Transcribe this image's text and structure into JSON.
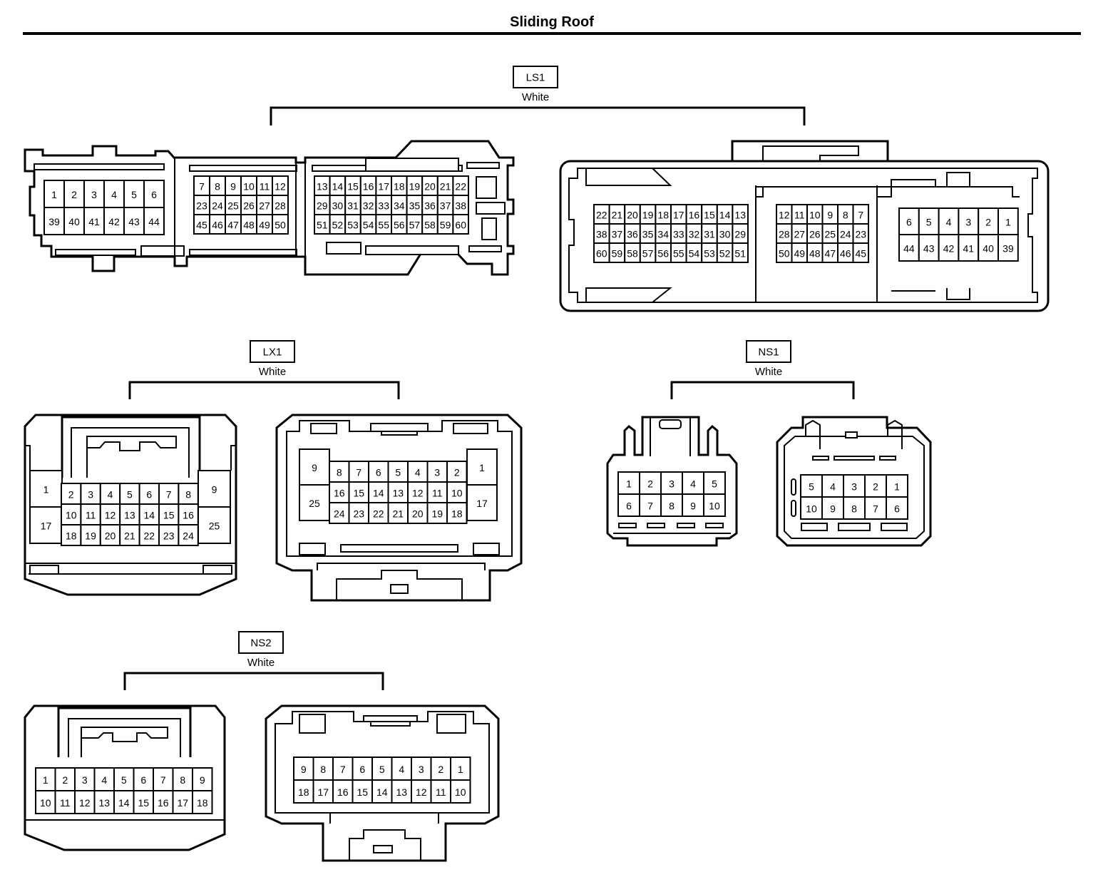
{
  "title": "Sliding Roof",
  "connectors": [
    {
      "id": "ls1",
      "label": "LS1",
      "color": "White",
      "sides": [
        {
          "blocks": [
            [
              [
                "1",
                "2",
                "3",
                "4",
                "5",
                "6"
              ],
              [
                "39",
                "40",
                "41",
                "42",
                "43",
                "44"
              ]
            ],
            [
              [
                "7",
                "8",
                "9",
                "10",
                "11",
                "12"
              ],
              [
                "23",
                "24",
                "25",
                "26",
                "27",
                "28"
              ],
              [
                "45",
                "46",
                "47",
                "48",
                "49",
                "50"
              ]
            ],
            [
              [
                "13",
                "14",
                "15",
                "16",
                "17",
                "18",
                "19",
                "20",
                "21",
                "22"
              ],
              [
                "29",
                "30",
                "31",
                "32",
                "33",
                "34",
                "35",
                "36",
                "37",
                "38"
              ],
              [
                "51",
                "52",
                "53",
                "54",
                "55",
                "56",
                "57",
                "58",
                "59",
                "60"
              ]
            ]
          ]
        },
        {
          "blocks": [
            [
              [
                "22",
                "21",
                "20",
                "19",
                "18",
                "17",
                "16",
                "15",
                "14",
                "13"
              ],
              [
                "38",
                "37",
                "36",
                "35",
                "34",
                "33",
                "32",
                "31",
                "30",
                "29"
              ],
              [
                "60",
                "59",
                "58",
                "57",
                "56",
                "55",
                "54",
                "53",
                "52",
                "51"
              ]
            ],
            [
              [
                "12",
                "11",
                "10",
                "9",
                "8",
                "7"
              ],
              [
                "28",
                "27",
                "26",
                "25",
                "24",
                "23"
              ],
              [
                "50",
                "49",
                "48",
                "47",
                "46",
                "45"
              ]
            ],
            [
              [
                "6",
                "5",
                "4",
                "3",
                "2",
                "1"
              ],
              [
                "44",
                "43",
                "42",
                "41",
                "40",
                "39"
              ]
            ]
          ]
        }
      ]
    },
    {
      "id": "lx1",
      "label": "LX1",
      "color": "White",
      "sides": [
        {
          "left": [
            "1",
            "17"
          ],
          "center": [
            [
              "2",
              "3",
              "4",
              "5",
              "6",
              "7",
              "8"
            ],
            [
              "10",
              "11",
              "12",
              "13",
              "14",
              "15",
              "16"
            ],
            [
              "18",
              "19",
              "20",
              "21",
              "22",
              "23",
              "24"
            ]
          ],
          "right": [
            "9",
            "25"
          ]
        },
        {
          "left": [
            "9",
            "25"
          ],
          "center": [
            [
              "8",
              "7",
              "6",
              "5",
              "4",
              "3",
              "2"
            ],
            [
              "16",
              "15",
              "14",
              "13",
              "12",
              "11",
              "10"
            ],
            [
              "24",
              "23",
              "22",
              "21",
              "20",
              "19",
              "18"
            ]
          ],
          "right": [
            "1",
            "17"
          ]
        }
      ]
    },
    {
      "id": "ns1",
      "label": "NS1",
      "color": "White",
      "sides": [
        {
          "rows": [
            [
              "1",
              "2",
              "3",
              "4",
              "5"
            ],
            [
              "6",
              "7",
              "8",
              "9",
              "10"
            ]
          ]
        },
        {
          "rows": [
            [
              "5",
              "4",
              "3",
              "2",
              "1"
            ],
            [
              "10",
              "9",
              "8",
              "7",
              "6"
            ]
          ]
        }
      ]
    },
    {
      "id": "ns2",
      "label": "NS2",
      "color": "White",
      "sides": [
        {
          "rows": [
            [
              "1",
              "2",
              "3",
              "4",
              "5",
              "6",
              "7",
              "8",
              "9"
            ],
            [
              "10",
              "11",
              "12",
              "13",
              "14",
              "15",
              "16",
              "17",
              "18"
            ]
          ]
        },
        {
          "rows": [
            [
              "9",
              "8",
              "7",
              "6",
              "5",
              "4",
              "3",
              "2",
              "1"
            ],
            [
              "18",
              "17",
              "16",
              "15",
              "14",
              "13",
              "12",
              "11",
              "10"
            ]
          ]
        }
      ]
    }
  ]
}
